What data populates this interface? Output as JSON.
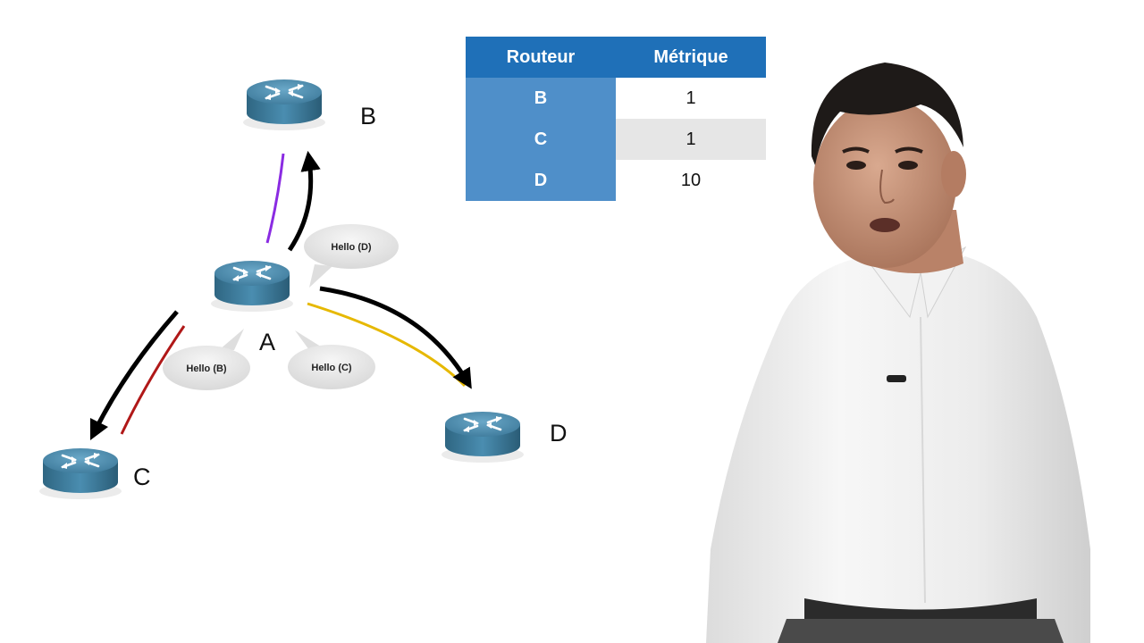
{
  "diagram": {
    "routers": [
      {
        "id": "A",
        "label": "A"
      },
      {
        "id": "B",
        "label": "B"
      },
      {
        "id": "C",
        "label": "C"
      },
      {
        "id": "D",
        "label": "D"
      }
    ],
    "bubbles": [
      {
        "label": "Hello (D)"
      },
      {
        "label": "Hello (B)"
      },
      {
        "label": "Hello (C)"
      }
    ],
    "link_colors": {
      "AB": "#8a2be2",
      "AC": "#b01818",
      "AD": "#e6b800",
      "arrow": "#000000"
    },
    "router_color": "#3d7fa0"
  },
  "table": {
    "headers": [
      "Routeur",
      "Métrique"
    ],
    "rows": [
      {
        "router": "B",
        "metric": "1"
      },
      {
        "router": "C",
        "metric": "1"
      },
      {
        "router": "D",
        "metric": "10"
      }
    ],
    "colors": {
      "header": "#1f70b8",
      "router_col": "#4f8fc9",
      "alt_row": "#e6e6e6"
    }
  }
}
